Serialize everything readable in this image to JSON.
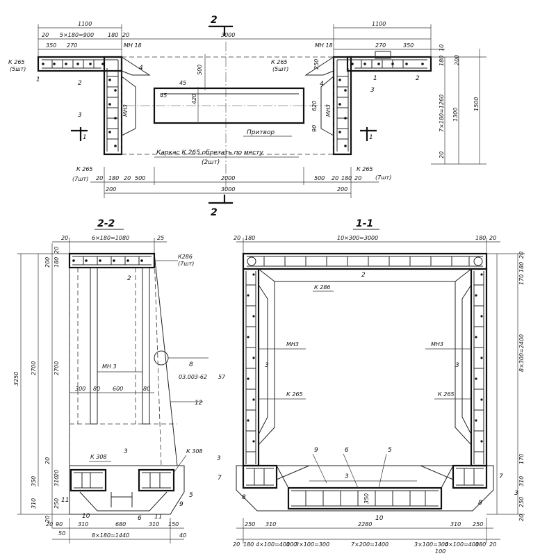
{
  "plan": {
    "section_mark": "2",
    "dims_top": [
      "1100",
      "1100",
      "20",
      "5×180=900",
      "180",
      "20",
      "3000",
      "350",
      "270",
      "270",
      "350"
    ],
    "left_labels": {
      "mark1": "К 265",
      "mark1_sub": "(5шт)",
      "m1": "МН 18",
      "p1": "1",
      "p2": "2",
      "p4": "4",
      "p3": "3",
      "mn3": "МН3",
      "sec1": "1",
      "k265b": "К 265",
      "k265b_sub": "(7шт)"
    },
    "right_labels": {
      "mark1": "К 265",
      "mark1_sub": "(5шт)",
      "m1": "МН 18",
      "p1": "1",
      "p2": "2",
      "p4": "4",
      "p3": "3",
      "mn3": "МН3",
      "sec1": "1",
      "k265b": "К 265",
      "k265b_sub": "(7шт)"
    },
    "center": {
      "d500": "500",
      "d45a": "45",
      "d45b": "45",
      "d420": "420",
      "pritvor": "Притвор",
      "frame_note": "Каркас  К 265  обрезать  по  месту",
      "frame_count": "(2шт)"
    },
    "right_dims": {
      "d200": "200",
      "d180": "180",
      "d10": "10",
      "d1260": "7×180=1260",
      "d1300": "1300",
      "d1500": "1500",
      "d620": "620",
      "d90": "90",
      "d20": "20",
      "d250": "250"
    },
    "dims_bottom": [
      "20",
      "180",
      "20",
      "500",
      "2000",
      "500",
      "20",
      "180",
      "20",
      "200",
      "3000",
      "200"
    ]
  },
  "sec22": {
    "title": "2-2",
    "top_dims": {
      "d20": "20",
      "d1080": "6×180=1080",
      "d25": "25"
    },
    "left_dims": {
      "d200": "200",
      "d180": "180",
      "d20": "20",
      "d3250": "3250",
      "d2700a": "2700",
      "d2700b": "2700",
      "d310": "310",
      "d310b": "310",
      "d350": "350",
      "d250": "250",
      "d20b": "20",
      "d20c": "20",
      "d20d": "20"
    },
    "labels": {
      "k286": "К286",
      "k286_sub": "(7шт)",
      "p2": "2",
      "mn3": "МН 3",
      "node": "8",
      "node_ref": "03.003-62",
      "node_sheet": "57",
      "p12": "12",
      "k308a": "К 308",
      "k308b": "К 308",
      "p3": "3",
      "p11a": "11",
      "p11b": "11",
      "p10": "10",
      "p6": "6",
      "p9": "9",
      "p5": "5"
    },
    "inner_dims": {
      "d300": "300",
      "d80a": "80",
      "d600": "600",
      "d80b": "80"
    },
    "bottom_dims": {
      "d20": "20",
      "d50": "50",
      "d310a": "310",
      "d680": "680",
      "d310b": "310",
      "d150": "150",
      "d1440": "8×180=1440",
      "d40": "40",
      "d90": "90"
    }
  },
  "sec11": {
    "title": "1-1",
    "top_dims": {
      "d20": "20",
      "d180": "180",
      "d3000": "10×300=3000",
      "d180b": "180",
      "d20b": "20"
    },
    "right_dims": {
      "d20": "20",
      "d180": "180",
      "d170": "170",
      "d2400": "8×300=2400",
      "d170b": "170",
      "d310": "310",
      "d250": "250",
      "d20b": "20"
    },
    "labels": {
      "k286": "К 286",
      "p2": "2",
      "mn3l": "МН3",
      "mn3r": "МН3",
      "p3l": "3",
      "p3r": "3",
      "k265l": "К 265",
      "k265r": "К 265",
      "p9": "9",
      "p6": "6",
      "p5": "5",
      "p3b": "3",
      "p3c": "3",
      "p7l": "7",
      "p7r": "7",
      "p8l": "8",
      "p8r": "8",
      "p3d": "3",
      "p10": "10",
      "d350": "350"
    },
    "bottom_dims": {
      "d250": "250",
      "d310": "310",
      "d2280": "2280",
      "d310b": "310",
      "d250b": "250",
      "d20": "20",
      "d180": "180",
      "d400": "4×100=400",
      "d100": "100",
      "d300": "3×100=300",
      "d1400": "7×200=1400",
      "d300b": "3×100=300",
      "d400b": "4×100=400",
      "d180b": "180",
      "d20b": "20",
      "d100b": "100"
    }
  }
}
